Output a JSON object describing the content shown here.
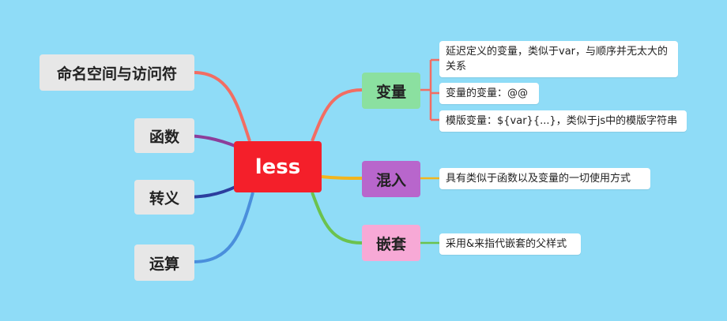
{
  "center": {
    "label": "less",
    "color": "#f41f2a"
  },
  "left_branches": [
    {
      "label": "命名空间与访问符",
      "line_color": "#f26d63"
    },
    {
      "label": "函数",
      "line_color": "#8c3e9a"
    },
    {
      "label": "转义",
      "line_color": "#2c3e9e"
    },
    {
      "label": "运算",
      "line_color": "#4a8fdc"
    }
  ],
  "right_branches": [
    {
      "label": "变量",
      "fill": "#8be0a0",
      "line_color": "#f26d63",
      "leaves": [
        "延迟定义的变量，类似于var，与顺序并无太大的关系",
        "变量的变量：@@",
        "模版变量：${var}{...}，类似于js中的模版字符串"
      ]
    },
    {
      "label": "混入",
      "fill": "#b866cc",
      "line_color": "#f2b51e",
      "leaves": [
        "具有类似于函数以及变量的一切使用方式"
      ]
    },
    {
      "label": "嵌套",
      "fill": "#f7a9d6",
      "line_color": "#6bc24e",
      "leaves": [
        "采用&来指代嵌套的父样式"
      ]
    }
  ]
}
